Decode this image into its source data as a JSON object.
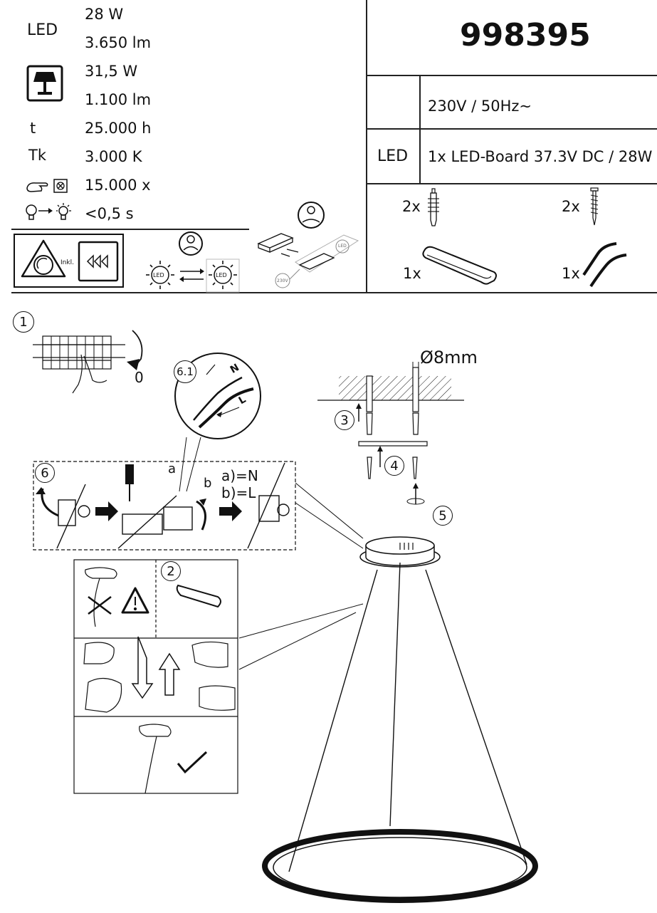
{
  "specs": {
    "led_label": "LED",
    "led_power": "28 W",
    "led_lumen": "3.650 lm",
    "equiv_power": "31,5 W",
    "equiv_lumen": "1.100 lm",
    "lifetime_symbol": "t",
    "lifetime": "25.000 h",
    "color_temp_symbol": "Tk",
    "color_temp": "3.000 K",
    "switch_cycles": "15.000 x",
    "startup_time": "<0,5 s"
  },
  "dimmer_box": {
    "inkl_label": "Inkl.",
    "led_badge": "LED"
  },
  "product": {
    "number": "998395",
    "voltage": "230V / 50Hz~",
    "led_label": "LED",
    "led_board": "1x LED-Board 37.3V DC / 28W"
  },
  "parts": [
    {
      "qty": "2x",
      "icon": "wall-plug-icon"
    },
    {
      "qty": "2x",
      "icon": "screw-icon"
    },
    {
      "qty": "1x",
      "icon": "cover-strip-icon"
    },
    {
      "qty": "1x",
      "icon": "cable-icon"
    }
  ],
  "driver_labels": {
    "led": "LED",
    "v230": "230V"
  },
  "steps": {
    "s1": "1",
    "s1_zero": "0",
    "s2": "2",
    "s3": "3",
    "s4": "4",
    "s5": "5",
    "s6": "6",
    "s61": "6.1",
    "wire_n": "N",
    "wire_l": "L",
    "label_a": "a",
    "label_b": "b",
    "a_eq_n": "a)=N",
    "b_eq_l": "b)=L",
    "drill": "Ø8mm"
  }
}
